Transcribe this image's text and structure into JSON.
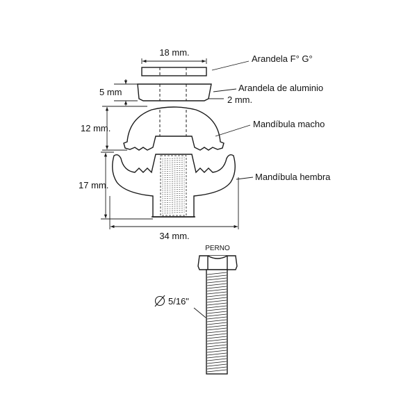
{
  "labels": {
    "arandela_fg": "Arandela F° G°",
    "arandela_aluminio": "Arandela de aluminio",
    "mandibula_macho": "Mandíbula macho",
    "mandibula_hembra": "Mandíbula hembra",
    "perno": "PERNO"
  },
  "dimensions": {
    "washer_width": "18 mm.",
    "alu_height": "5 mm",
    "alu_thickness": "2 mm.",
    "macho_height": "12 mm.",
    "hembra_height": "17 mm.",
    "total_width": "34 mm.",
    "bolt_diameter": "5/16\""
  }
}
